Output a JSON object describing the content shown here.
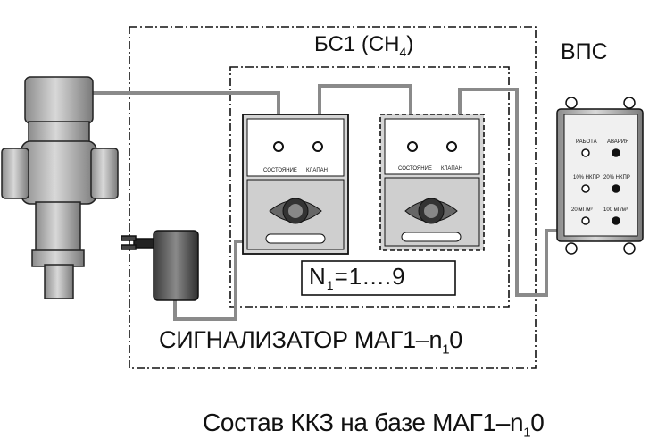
{
  "block": {
    "name": "БС1 (CH",
    "formula_sub": "4",
    "formula_end": ")"
  },
  "vps": {
    "label": "ВПС",
    "indicators": [
      "РАБОТА",
      "АВАРИЯ",
      "10% НКПР",
      "20% НКПР",
      "20 мГ/м³",
      "100 мГ/м³"
    ]
  },
  "sensor": {
    "state_label": "СОСТОЯНИЕ",
    "valve_label": "КЛАПАН"
  },
  "count": {
    "prefix": "N",
    "sub": "1",
    "range": "=1....9"
  },
  "system": {
    "prefix": "СИГНАЛИЗАТОР МАГ1–n",
    "sub": "1",
    "suffix": "0"
  },
  "caption": {
    "prefix": "Состав ККЗ на базе МАГ1–n",
    "sub": "1",
    "suffix": "0"
  },
  "icons": [
    "solenoid-valve-icon",
    "power-adapter-icon",
    "gas-sensor-unit-icon",
    "alarm-panel-icon"
  ]
}
